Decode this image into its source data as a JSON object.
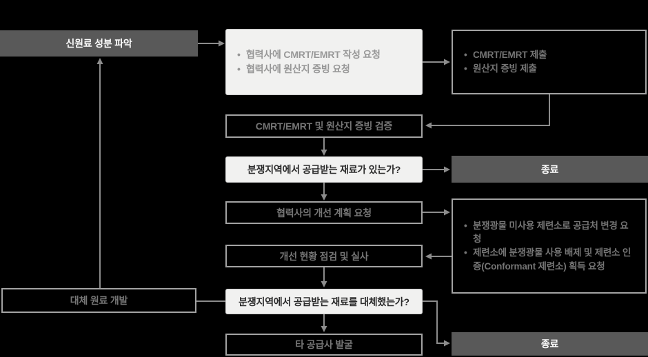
{
  "diagram": {
    "type": "flowchart",
    "topic": "conflict-minerals-management-process",
    "nodes": {
      "new_material": {
        "label": "신원료 성분 파악"
      },
      "request_box": {
        "bullets": [
          "협력사에 CMRT/EMRT 작성 요청",
          "협력사에 원산지 증빙 요청"
        ]
      },
      "submit_box": {
        "bullets": [
          "CMRT/EMRT 제출",
          "원산지 증빙 제출"
        ]
      },
      "verify": {
        "label": "CMRT/EMRT 및 원산지 증빙 검증"
      },
      "question1": {
        "label": "분쟁지역에서 공급받는 재료가 있는가?"
      },
      "end1": {
        "label": "종료"
      },
      "improvement_plan": {
        "label": "협력사의 개선 계획 요청"
      },
      "smelter_box": {
        "bullets": [
          "분쟁광물 미사용 제련소로 공급처 변경 요청",
          "제련소에 분쟁광물 사용 배제 및 제련소 인증(Conformant 제련소) 획득 요청"
        ]
      },
      "inspection": {
        "label": "개선 현황 점검 및 실사"
      },
      "alternative": {
        "label": "대체 원료 개발"
      },
      "question2": {
        "label": "분쟁지역에서 공급받는 재료를 대체했는가?"
      },
      "new_supplier": {
        "label": "타 공급사 발굴"
      },
      "end2": {
        "label": "종료"
      }
    },
    "colors": {
      "background": "#000000",
      "solid_node_fill": "#595959",
      "solid_node_text": "#ffffff",
      "light_node_fill": "#f1f1f0",
      "light_node_text": "#2b2b2b",
      "light_bullet_text": "#979797",
      "outline_node_border": "#a3a3a3",
      "outline_node_text": "#757575",
      "arrow": "#8c8c8c"
    }
  }
}
